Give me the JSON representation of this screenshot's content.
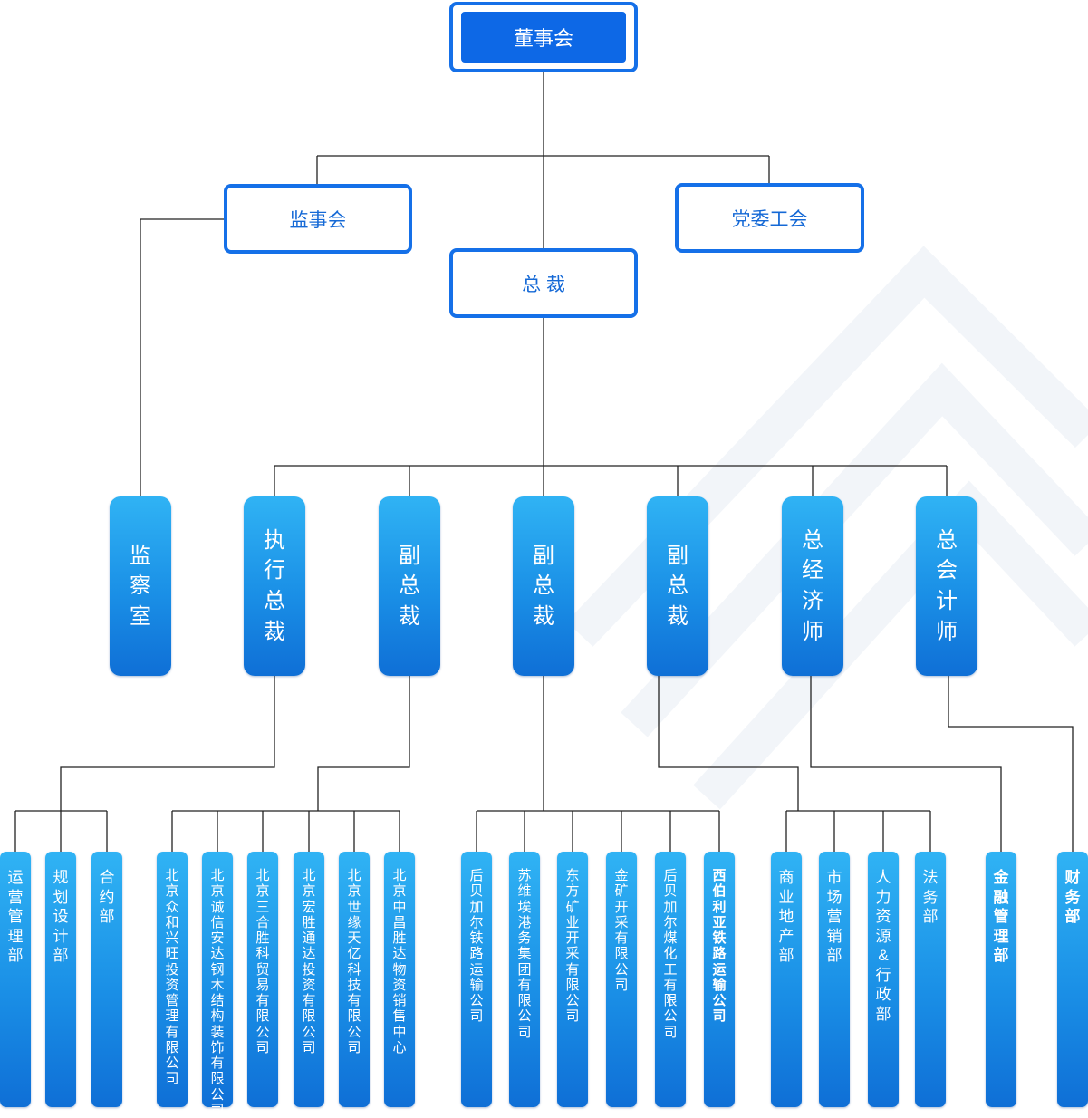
{
  "colors": {
    "primary": "#0d68e6",
    "border": "#1570e8",
    "pill_top": "#30b3f4",
    "pill_bottom": "#0f6fd6",
    "connector": "#222222"
  },
  "top": {
    "board": "董事会",
    "supervisory": "监事会",
    "party_union": "党委工会",
    "president": "总 裁"
  },
  "executives": [
    "监察室",
    "执行总裁",
    "副总裁",
    "副总裁",
    "副总裁",
    "总经济师",
    "总会计师"
  ],
  "departments": [
    "运营管理部",
    "规划设计部",
    "合约部",
    "北京众和兴旺投资管理有限公司",
    "北京诚信安达钢木结构装饰有限公司",
    "北京三合胜科贸易有限公司",
    "北京宏胜通达投资有限公司",
    "北京世缘天亿科技有限公司",
    "北京中昌胜达物资销售中心",
    "后贝加尔铁路运输公司",
    "苏维埃港务集团有限公司",
    "东方矿业开采有限公司",
    "金矿开采有限公司",
    "后贝加尔煤化工有限公司",
    "西伯利亚铁路运输公司",
    "商业地产部",
    "市场营销部",
    "人力资源&行政部",
    "法务部",
    "金融管理部",
    "财务部"
  ]
}
